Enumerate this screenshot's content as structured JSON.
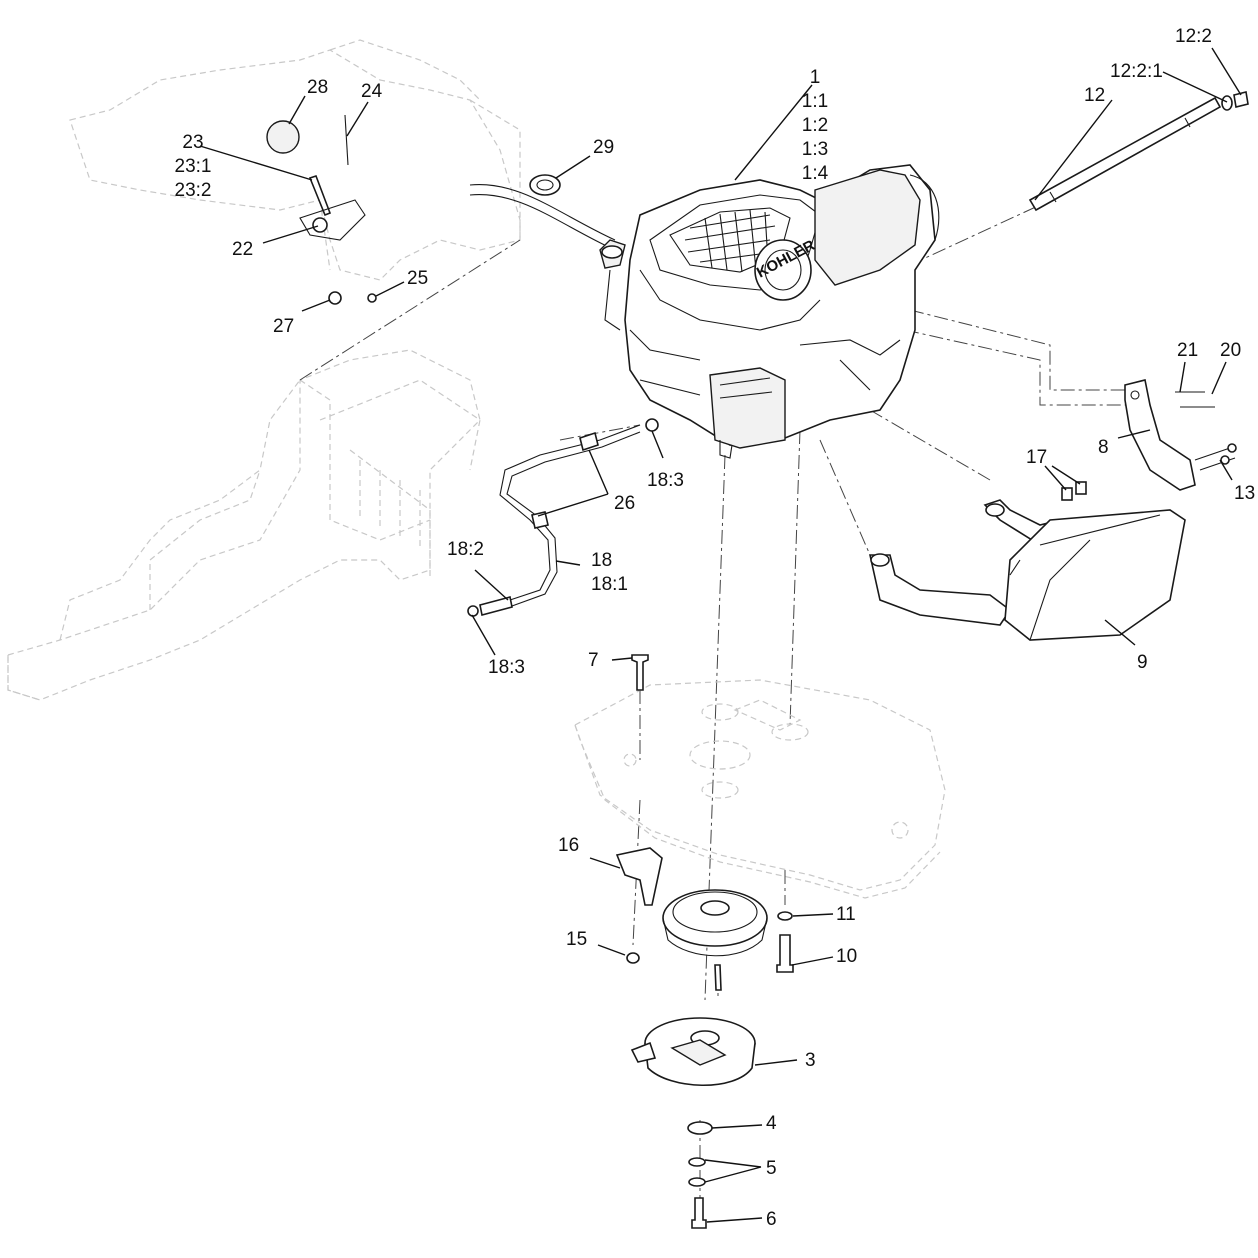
{
  "engine_brand": "KOHLER",
  "callouts": [
    {
      "id": "c-1",
      "text": "1\n1:1\n1:2\n1:3\n1:4"
    },
    {
      "id": "c-12-2",
      "text": "12:2"
    },
    {
      "id": "c-12-2-1",
      "text": "12:2:1"
    },
    {
      "id": "c-12",
      "text": "12"
    },
    {
      "id": "c-28",
      "text": "28"
    },
    {
      "id": "c-24",
      "text": "24"
    },
    {
      "id": "c-23",
      "text": "23\n23:1\n23:2"
    },
    {
      "id": "c-29",
      "text": "29"
    },
    {
      "id": "c-22",
      "text": "22"
    },
    {
      "id": "c-25",
      "text": "25"
    },
    {
      "id": "c-27",
      "text": "27"
    },
    {
      "id": "c-21",
      "text": "21"
    },
    {
      "id": "c-20",
      "text": "20"
    },
    {
      "id": "c-8",
      "text": "8"
    },
    {
      "id": "c-17",
      "text": "17"
    },
    {
      "id": "c-13",
      "text": "13"
    },
    {
      "id": "c-18-3a",
      "text": "18:3"
    },
    {
      "id": "c-26",
      "text": "26"
    },
    {
      "id": "c-18-2",
      "text": "18:2"
    },
    {
      "id": "c-18",
      "text": "18\n18:1"
    },
    {
      "id": "c-18-3b",
      "text": "18:3"
    },
    {
      "id": "c-9",
      "text": "9"
    },
    {
      "id": "c-7",
      "text": "7"
    },
    {
      "id": "c-16",
      "text": "16"
    },
    {
      "id": "c-11",
      "text": "11"
    },
    {
      "id": "c-15",
      "text": "15"
    },
    {
      "id": "c-10",
      "text": "10"
    },
    {
      "id": "c-3",
      "text": "3"
    },
    {
      "id": "c-4",
      "text": "4"
    },
    {
      "id": "c-5",
      "text": "5"
    },
    {
      "id": "c-6",
      "text": "6"
    }
  ]
}
